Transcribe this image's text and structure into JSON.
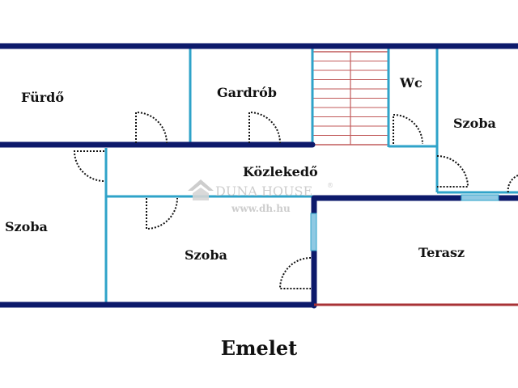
{
  "plan": {
    "rooms": {
      "furdo": "Fürdő",
      "gardrob": "Gardrób",
      "wc": "Wc",
      "szoba_right": "Szoba",
      "kozlekedo": "Közlekedő",
      "szoba_left": "Szoba",
      "szoba_center": "Szoba",
      "terasz": "Terasz"
    },
    "caption": "Emelet"
  },
  "watermark": {
    "brand": "DUNA HOUSE",
    "registered": "®",
    "url": "www.dh.hu"
  },
  "colors": {
    "outer_wall": "#0d1a6b",
    "inner_wall": "#2fa3c9",
    "door": "#111111",
    "terrace_edge": "#a83236",
    "stairs": "#c15a5a",
    "window": "#8fc9e3"
  }
}
